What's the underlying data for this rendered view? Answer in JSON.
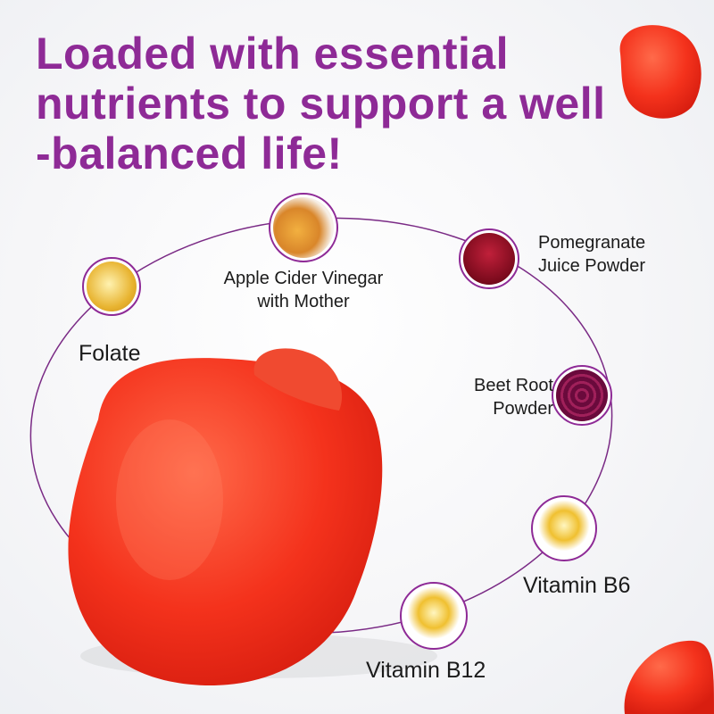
{
  "headline": {
    "lines": [
      "Loaded with essential",
      "nutrients to support a well",
      "-balanced life!"
    ],
    "color": "#8e2a96"
  },
  "ingredients": [
    {
      "name": "folate",
      "lines": [
        "Folate"
      ],
      "icon": "molecule-icon"
    },
    {
      "name": "apple-cider-vinegar",
      "lines": [
        "Apple Cider Vinegar",
        "with Mother"
      ],
      "icon": "apple-cider-icon"
    },
    {
      "name": "pomegranate",
      "lines": [
        "Pomegranate",
        "Juice Powder"
      ],
      "icon": "pomegranate-icon"
    },
    {
      "name": "beet-root",
      "lines": [
        "Beet Root",
        "Powder"
      ],
      "icon": "beet-icon"
    },
    {
      "name": "vitamin-b6",
      "lines": [
        "Vitamin B6"
      ],
      "icon": "vitamin-capsule-icon"
    },
    {
      "name": "vitamin-b12",
      "lines": [
        "Vitamin B12"
      ],
      "icon": "vitamin-capsule-icon"
    }
  ]
}
